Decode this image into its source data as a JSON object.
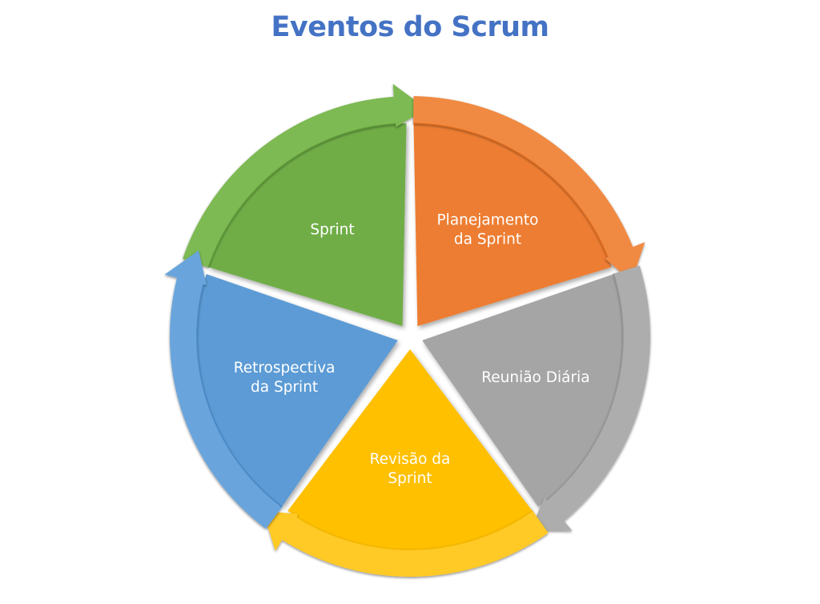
{
  "title": "Eventos do Scrum",
  "diagram": {
    "type": "cycle",
    "direction": "clockwise",
    "segments": [
      {
        "id": "sprint",
        "label_lines": [
          "Sprint"
        ],
        "color": "#70AD47",
        "color_light": "#7DBA52",
        "color_dark": "#5E9A38"
      },
      {
        "id": "planejamento",
        "label_lines": [
          "Planejamento",
          "da Sprint"
        ],
        "color": "#ED7D31",
        "color_light": "#F08A42",
        "color_dark": "#E06C1E"
      },
      {
        "id": "reuniao-diaria",
        "label_lines": [
          "Reunião Diária"
        ],
        "color": "#A5A5A5",
        "color_light": "#ADADAD",
        "color_dark": "#959595"
      },
      {
        "id": "revisao",
        "label_lines": [
          "Revisão da",
          "Sprint"
        ],
        "color": "#FFC000",
        "color_light": "#FFC927",
        "color_dark": "#F2B700"
      },
      {
        "id": "retrospectiva",
        "label_lines": [
          "Retrospectiva",
          "da Sprint"
        ],
        "color": "#5B9BD5",
        "color_light": "#69A5DC",
        "color_dark": "#4A88C6"
      }
    ]
  }
}
